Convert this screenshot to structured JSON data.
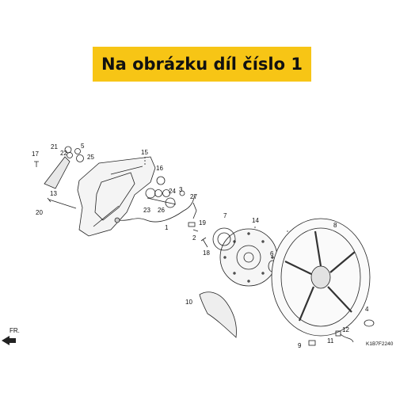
{
  "banner": {
    "text": "Na obrázku díl číslo 1",
    "background": "#f7c515"
  },
  "direction_label": "FR.",
  "diagram_code": "K1B7F2240",
  "callouts": [
    {
      "id": "p1",
      "text": "1"
    },
    {
      "id": "p2",
      "text": "2"
    },
    {
      "id": "p3",
      "text": "3"
    },
    {
      "id": "p4",
      "text": "4"
    },
    {
      "id": "p5",
      "text": "5"
    },
    {
      "id": "p6",
      "text": "6"
    },
    {
      "id": "p7",
      "text": "7"
    },
    {
      "id": "p8",
      "text": "8"
    },
    {
      "id": "p9",
      "text": "9"
    },
    {
      "id": "p10",
      "text": "10"
    },
    {
      "id": "p11",
      "text": "11"
    },
    {
      "id": "p12",
      "text": "12"
    },
    {
      "id": "p13",
      "text": "13"
    },
    {
      "id": "p14",
      "text": "14"
    },
    {
      "id": "p15",
      "text": "15"
    },
    {
      "id": "p16",
      "text": "16"
    },
    {
      "id": "p17",
      "text": "17"
    },
    {
      "id": "p18",
      "text": "18"
    },
    {
      "id": "p19",
      "text": "19"
    },
    {
      "id": "p20",
      "text": "20"
    },
    {
      "id": "p21",
      "text": "21"
    },
    {
      "id": "p22",
      "text": "22"
    },
    {
      "id": "p23",
      "text": "23"
    },
    {
      "id": "p24",
      "text": "24"
    },
    {
      "id": "p25",
      "text": "25"
    },
    {
      "id": "p26",
      "text": "26"
    },
    {
      "id": "p27",
      "text": "27"
    }
  ]
}
